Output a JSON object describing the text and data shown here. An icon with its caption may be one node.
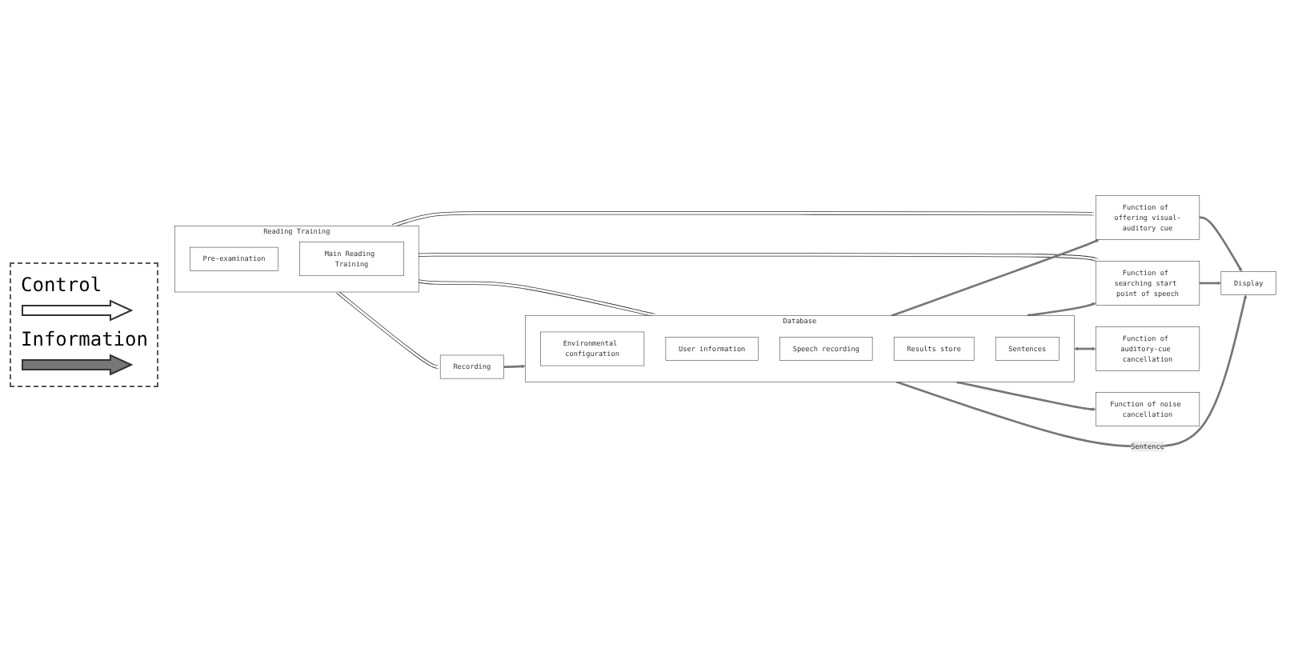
{
  "diagram": {
    "nodes": [
      {
        "text": [
          "Reading Training"
        ]
      },
      {
        "text": [
          "Pre-examination"
        ],
        "in": 0
      },
      {
        "text": [
          "Main Reading Training"
        ],
        "in": 0
      },
      {
        "text": [
          "Database"
        ]
      },
      {
        "text": [
          "Environmental configuration"
        ],
        "in": 3
      },
      {
        "text": [
          "User information"
        ],
        "in": 3
      },
      {
        "text": [
          "Speech recording"
        ],
        "in": 3
      },
      {
        "text": [
          "Results store"
        ],
        "in": 3
      },
      {
        "text": [
          "Sentences"
        ],
        "in": 3
      },
      {
        "text": [
          "Recording"
        ]
      },
      {
        "text": [
          "Function of offering visual-auditory cue"
        ]
      },
      {
        "text": [
          "Display"
        ]
      },
      {
        "text": [
          "Function of searching start point of speech"
        ]
      },
      {
        "text": [
          "Function of auditory-cue cancellation"
        ]
      },
      {
        "text": [
          "Function of noise cancellation"
        ]
      }
    ],
    "edges": [
      {
        "from": 0,
        "to": 3,
        "arrow": "to",
        "color": "#ffffff"
      },
      {
        "from": 0,
        "to": 9,
        "arrow": "to",
        "color": "#ffffff"
      },
      {
        "from": 0,
        "to": 10,
        "arrow": "to",
        "color": "#ffffff"
      },
      {
        "from": 0,
        "to": 12,
        "arrow": "to",
        "color": "#ffffff"
      },
      {
        "from": 9,
        "to": 3,
        "arrow": "to"
      },
      {
        "from": 3,
        "to": 10,
        "arrow": "to"
      },
      {
        "from": 10,
        "to": 11,
        "arrow": "to"
      },
      {
        "from": 3,
        "to": 11,
        "arrow": "to",
        "label": "Sentence"
      },
      {
        "from": 3,
        "to": 12,
        "arrow": "both"
      },
      {
        "from": 12,
        "to": 11,
        "arrow": "to"
      },
      {
        "from": 3,
        "to": 13,
        "arrow": "both"
      },
      {
        "from": 3,
        "to": 14,
        "arrow": "both"
      }
    ],
    "legend": [
      {
        "text": "Control"
      },
      {
        "text": "Information"
      }
    ]
  }
}
